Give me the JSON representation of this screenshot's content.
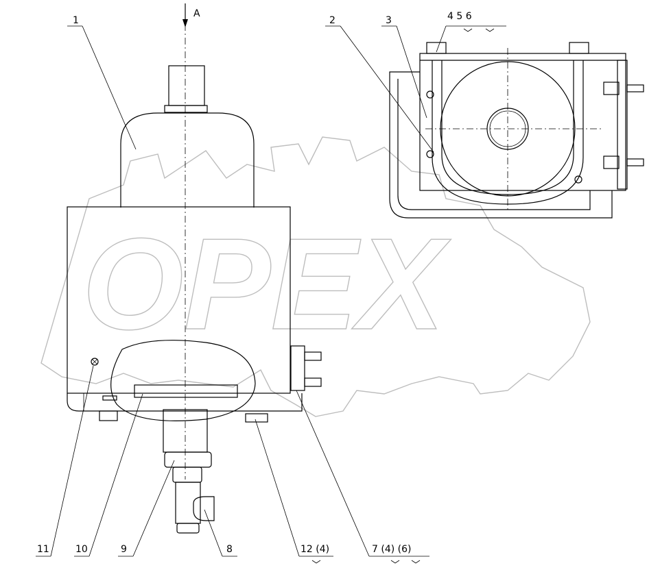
{
  "watermark": {
    "text": "OPEX"
  },
  "labels": {
    "view_a": "A",
    "l1": "1",
    "l2": "2",
    "l3": "3",
    "l456": "4   5   6",
    "l7": "7  (4)  (6)",
    "l8": "8",
    "l9": "9",
    "l10": "10",
    "l11": "11",
    "l12": "12  (4)"
  }
}
